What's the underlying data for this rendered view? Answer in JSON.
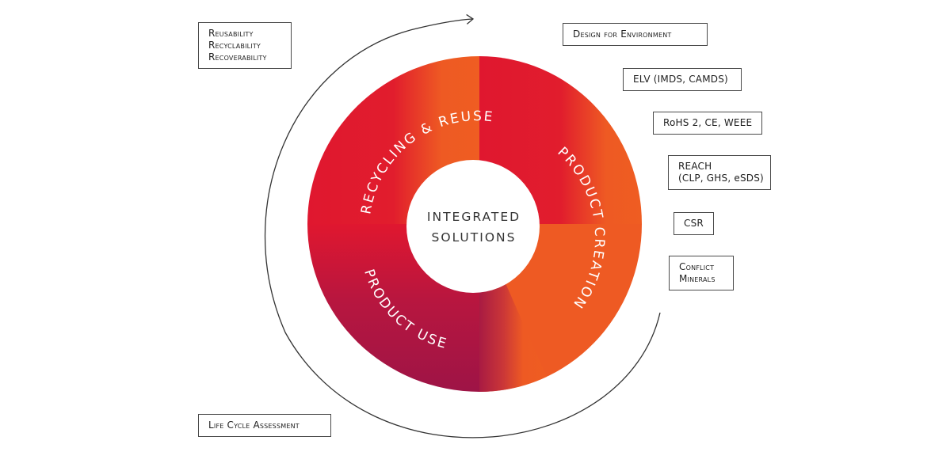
{
  "center": {
    "line1": "INTEGRATED",
    "line2": "SOLUTIONS"
  },
  "ring_segments": [
    {
      "key": "recycling",
      "label": "RECYCLING & REUSE",
      "color": "#e0172f"
    },
    {
      "key": "creation",
      "label": "PRODUCT CREATION",
      "color": "#ee5a23"
    },
    {
      "key": "use",
      "label": "PRODUCT USE",
      "color": "#a11446"
    }
  ],
  "boxes": {
    "reusability": [
      "Reusability",
      "Recyclability",
      "Recoverability"
    ],
    "design": [
      "Design for Environment"
    ],
    "elv": [
      "ELV (IMDS, CAMDS)"
    ],
    "rohs": [
      "RoHS 2, CE, WEEE"
    ],
    "reach": [
      "REACH",
      "(CLP, GHS, eSDS)"
    ],
    "csr": [
      "CSR"
    ],
    "conflict": [
      "Conflict",
      "Minerals"
    ],
    "lca": [
      "Life Cycle Assessment"
    ]
  },
  "colors": {
    "red": "#e0172f",
    "orange": "#ee5a23",
    "maroon": "#a11446",
    "outline": "#4a4a4a"
  }
}
